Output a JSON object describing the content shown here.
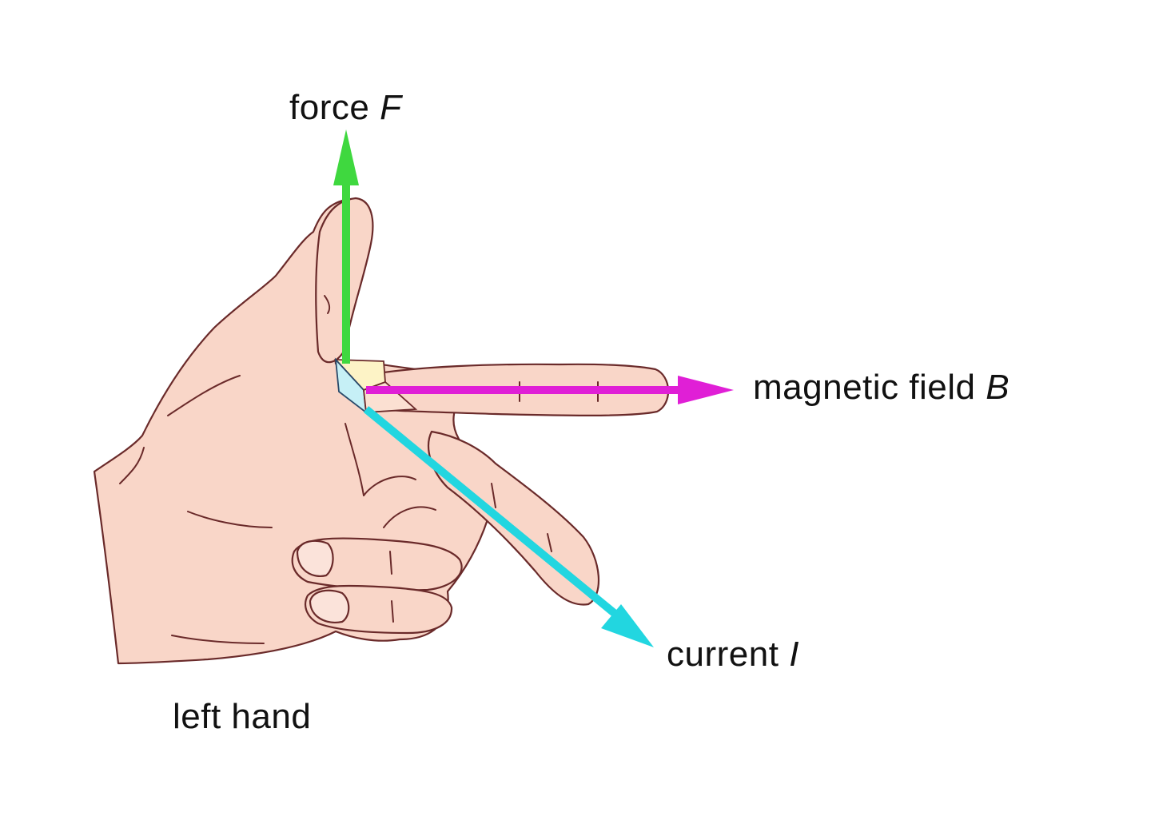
{
  "labels": {
    "force": {
      "text": "force",
      "symbol": "F"
    },
    "field": {
      "text": "magnetic field",
      "symbol": "B"
    },
    "current": {
      "text": "current",
      "symbol": "I"
    },
    "hand": "left hand"
  },
  "colors": {
    "force": "#3fd83f",
    "field": "#e01fd6",
    "current": "#22d6e0",
    "skin": "#f9d6c8",
    "outline": "#6a2a2a",
    "background": "#ffffff"
  }
}
